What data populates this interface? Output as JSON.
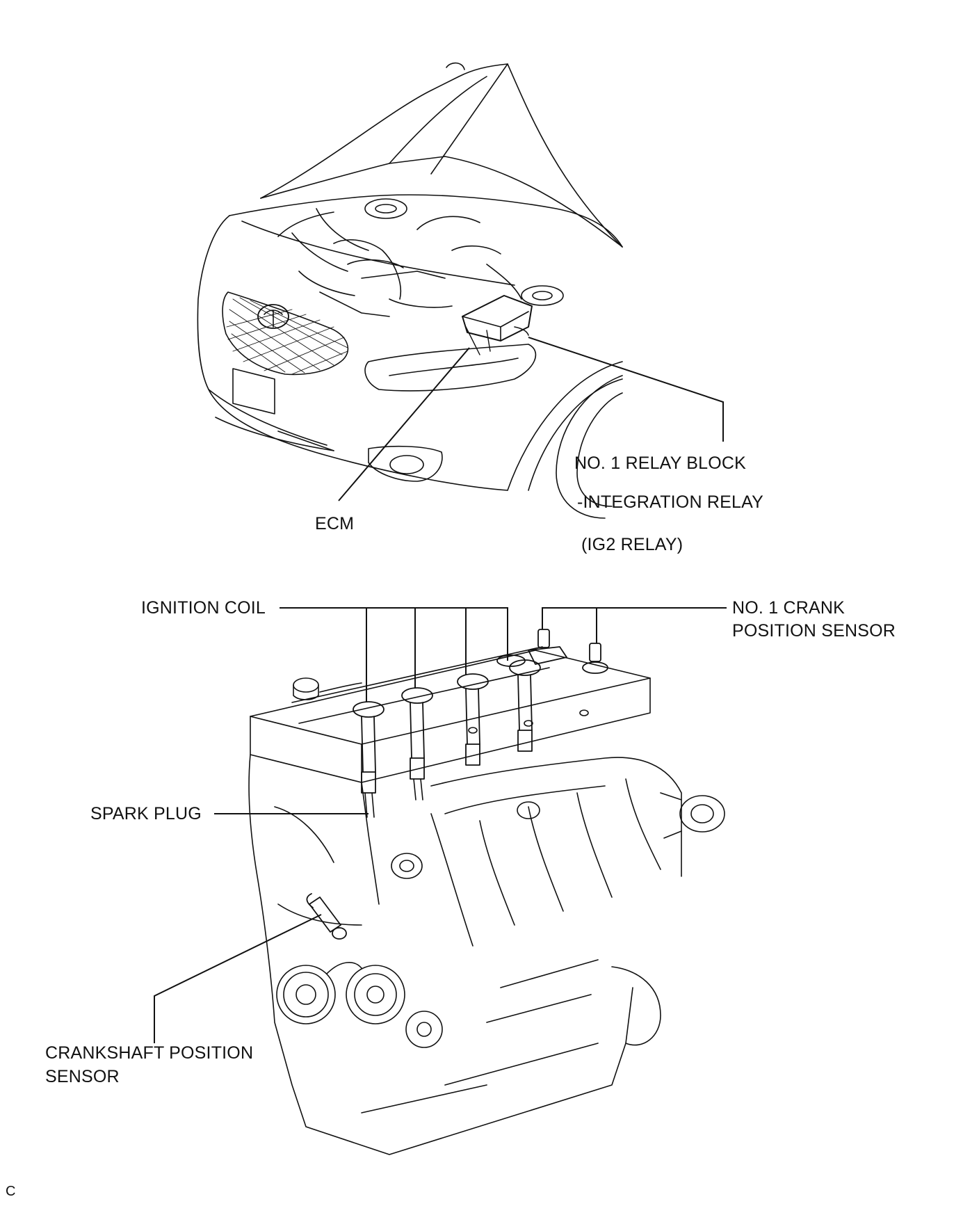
{
  "labels": {
    "ecm": "ECM",
    "relay_block_line1": "NO. 1 RELAY BLOCK",
    "relay_block_line2": "-INTEGRATION RELAY",
    "relay_block_line3": "(IG2 RELAY)",
    "ignition_coil": "IGNITION COIL",
    "crank_sensor_no1_line1": "NO. 1 CRANK",
    "crank_sensor_no1_line2": "POSITION SENSOR",
    "spark_plug": "SPARK PLUG",
    "crankshaft_sensor_line1": "CRANKSHAFT POSITION",
    "crankshaft_sensor_line2": "SENSOR"
  },
  "corner_mark": "C",
  "colors": {
    "line": "#111111",
    "background": "#ffffff"
  }
}
